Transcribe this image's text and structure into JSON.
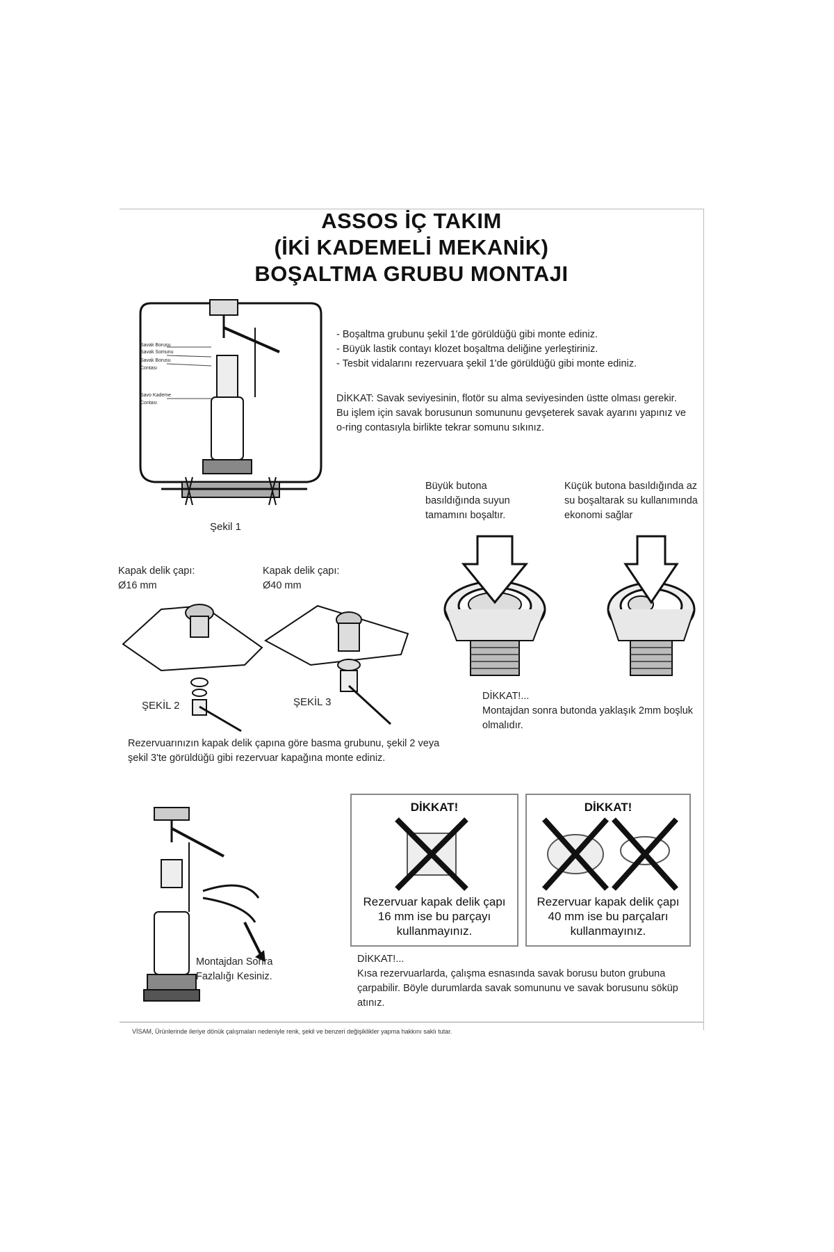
{
  "title": {
    "line1": "ASSOS İÇ TAKIM",
    "line2": "(İKİ KADEMELİ MEKANİK)",
    "line3": "BOŞALTMA GRUBU MONTAJI"
  },
  "section1": {
    "instructions": "- Boşaltma grubunu şekil 1'de görüldüğü gibi monte ediniz.\n- Büyük lastik contayı klozet boşaltma deliğine yerleştiriniz.\n- Tesbit vidalarını rezervuara şekil 1'de görüldüğü gibi monte ediniz.",
    "warning": "DİKKAT: Savak seviyesinin, flotör su alma seviyesinden üstte olması gerekir. Bu işlem için savak borusunun somununu gevşeterek savak ayarını yapınız ve o-ring contasıyla birlikte tekrar somunu sıkınız.",
    "figure_label": "Şekil 1",
    "part_labels": [
      "Savak Borusu",
      "Savak Somunu",
      "Savak Borusu",
      "Contası",
      "Savo Kademe",
      "Contası"
    ]
  },
  "buttons": {
    "big_text": "Büyük butona basıldığında suyun tamamını boşaltır.",
    "small_text": "Küçük butona basıldığında az su boşaltarak su kullanımında ekonomi sağlar",
    "warning": "DİKKAT!...\nMontajdan sonra butonda yaklaşık 2mm boşluk olmalıdır."
  },
  "section2": {
    "fig2_cap": "Kapak delik çapı:\nØ16 mm",
    "fig3_cap": "Kapak delik çapı:\nØ40 mm",
    "fig2_label": "ŞEKİL 2",
    "fig3_label": "ŞEKİL 3",
    "instructions": "Rezervuarınızın kapak delik çapına göre basma grubunu, şekil 2 veya şekil 3'te görüldüğü gibi rezervuar kapağına monte ediniz."
  },
  "section3": {
    "cut_text": "Montajdan Sonra\nFazlalığı Kesiniz.",
    "box1_title": "DİKKAT!",
    "box1_text": "Rezervuar kapak delik çapı 16 mm ise bu parçayı kullanmayınız.",
    "box2_title": "DİKKAT!",
    "box2_text": "Rezervuar kapak delik çapı 40 mm ise bu parçaları kullanmayınız.",
    "warning": "DİKKAT!...\nKısa rezervuarlarda, çalışma esnasında savak borusu buton grubuna çarpabilir. Böyle durumlarda savak somununu ve savak borusunu söküp atınız."
  },
  "footer": "VİSAM, Ürünlerinde ileriye dönük çalışmaları nedeniyle renk, şekil ve benzeri değişiklikler yapma hakkını saklı tutar."
}
